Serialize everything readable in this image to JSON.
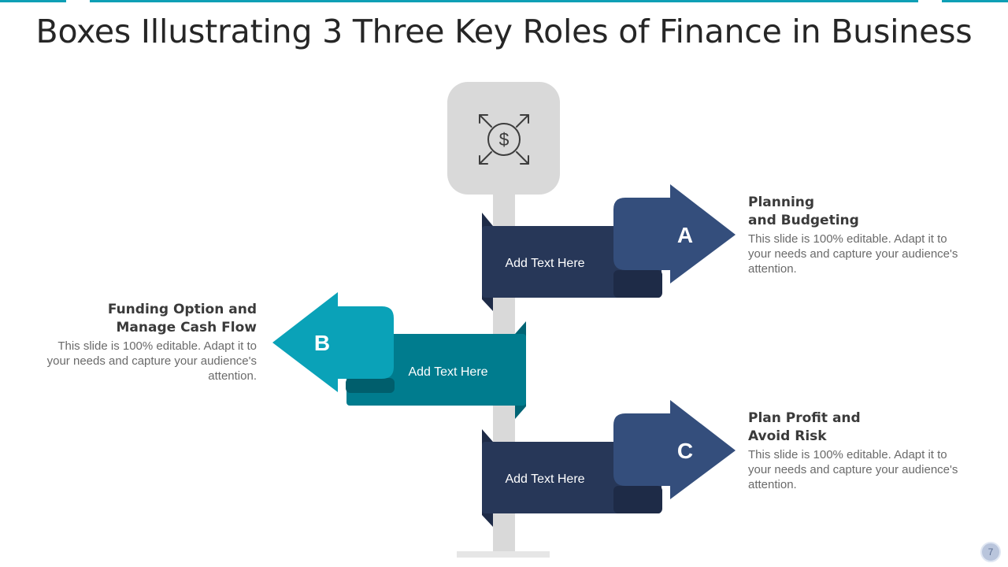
{
  "title": "Boxes Illustrating 3 Three Key Roles of Finance in Business",
  "center_icon": "dollar-expand-icon",
  "signs": [
    {
      "letter": "A",
      "label": "Add Text Here",
      "heading_line1": "Planning",
      "heading_line2": "and Budgeting",
      "description": "This slide is 100% editable. Adapt it to your needs and capture your audience's attention."
    },
    {
      "letter": "B",
      "label": "Add Text Here",
      "heading_line1": "Funding Option and",
      "heading_line2": "Manage Cash Flow",
      "description": "This slide is 100% editable. Adapt it to your needs and capture your audience's attention."
    },
    {
      "letter": "C",
      "label": "Add Text Here",
      "heading_line1": "Plan Profit and",
      "heading_line2": "Avoid Risk",
      "description": "This slide is 100% editable. Adapt it to your needs and capture your audience's attention."
    }
  ],
  "page_number": "7",
  "colors": {
    "accent": "#0e9fb5",
    "navy_dark": "#273758",
    "navy_light": "#344e7c",
    "teal_dark": "#007c8e",
    "teal_light": "#0aa2b8",
    "pole": "#d9d9d9"
  }
}
